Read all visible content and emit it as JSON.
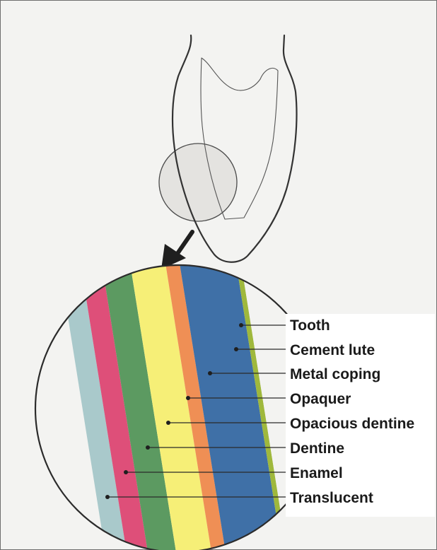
{
  "figure": {
    "colors": {
      "paper": "#f3f3f1",
      "frame": "#6e6e6e",
      "outline": "#333333",
      "magnifier_fill": "#e4e3e0",
      "translucent": "#a9c9cb",
      "enamel": "#de4f79",
      "dentine": "#5c9a61",
      "opacious_dentine": "#f6ef77",
      "opaquer": "#ef8f55",
      "metal_coping": "#3f70a7",
      "cement_lute": "#9fb83c",
      "tooth": "#f3f3f1"
    },
    "labels": {
      "tooth": "Tooth",
      "cement_lute": "Cement lute",
      "metal_coping": "Metal coping",
      "opaquer": "Opaquer",
      "opacious_dentine": "Opacious dentine",
      "dentine": "Dentine",
      "enamel": "Enamel",
      "translucent": "Translucent"
    }
  }
}
